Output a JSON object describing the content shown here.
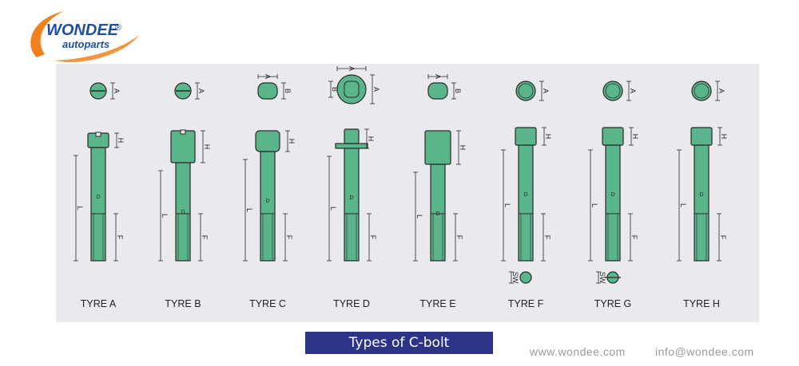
{
  "brand": {
    "name": "WONDEE",
    "registered": "®",
    "tagline": "autoparts",
    "orange": "#f0821e",
    "blue": "#1f4fa3"
  },
  "diagram": {
    "background": "#e9e9ee",
    "fill": "#5bb58a",
    "stroke": "#2a2a2a",
    "dimension_letters": {
      "a": "A",
      "b": "B",
      "h": "H",
      "l": "L",
      "f": "F",
      "d": "D",
      "sw": "SW"
    },
    "types": [
      {
        "label": "TYRE A",
        "head": "slot",
        "top": "slot"
      },
      {
        "label": "TYRE B",
        "head": "notch",
        "top": "slot"
      },
      {
        "label": "TYRE C",
        "head": "round",
        "top": "flat"
      },
      {
        "label": "TYRE D",
        "head": "flange",
        "top": "flange"
      },
      {
        "label": "TYRE E",
        "head": "long",
        "top": "flat"
      },
      {
        "label": "TYRE F",
        "head": "plain",
        "top": "circle"
      },
      {
        "label": "TYRE G",
        "head": "plain",
        "top": "circle"
      },
      {
        "label": "TYRE H",
        "head": "plain",
        "top": "circle"
      }
    ]
  },
  "caption": "Types of C-bolt",
  "footer": {
    "website": "www.wondee.com",
    "email": "info@wondee.com"
  }
}
